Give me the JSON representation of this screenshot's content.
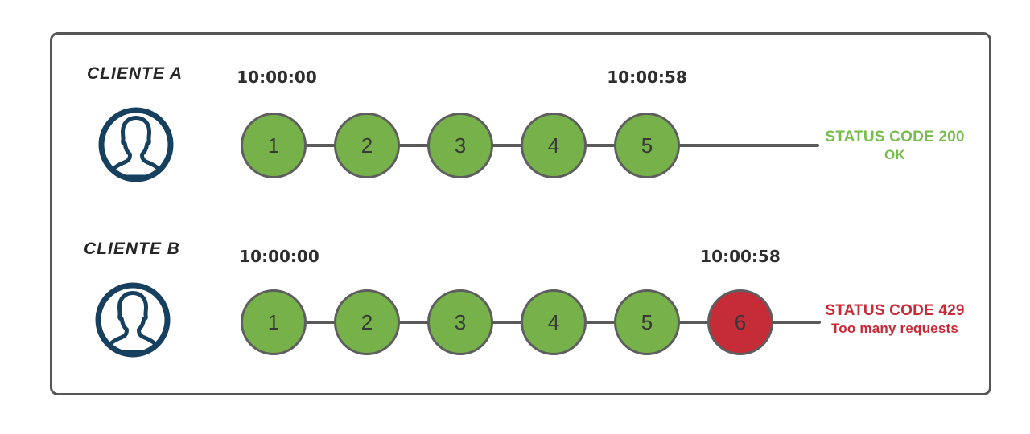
{
  "diagram": {
    "title_semantic": "rate-limit-comparison-diagram",
    "rows": [
      {
        "client_label": "CLIENTE A",
        "icon": "person-circle-icon",
        "start_time": "10:00:00",
        "end_time": "10:00:58",
        "requests": [
          {
            "label": "1",
            "status": "ok"
          },
          {
            "label": "2",
            "status": "ok"
          },
          {
            "label": "3",
            "status": "ok"
          },
          {
            "label": "4",
            "status": "ok"
          },
          {
            "label": "5",
            "status": "ok"
          }
        ],
        "status_code_line": "STATUS CODE 200",
        "status_message": "OK",
        "status_color": "#78bd4b"
      },
      {
        "client_label": "CLIENTE B",
        "icon": "person-circle-icon",
        "start_time": "10:00:00",
        "end_time": "10:00:58",
        "requests": [
          {
            "label": "1",
            "status": "ok"
          },
          {
            "label": "2",
            "status": "ok"
          },
          {
            "label": "3",
            "status": "ok"
          },
          {
            "label": "4",
            "status": "ok"
          },
          {
            "label": "5",
            "status": "ok"
          },
          {
            "label": "6",
            "status": "blocked"
          }
        ],
        "status_code_line": "STATUS CODE 429",
        "status_message": "Too many requests",
        "status_color": "#ca2936"
      }
    ],
    "colors": {
      "request_ok_fill": "#76b14a",
      "request_blocked_fill": "#c62b38",
      "circle_border": "#5e5e5e",
      "timeline_line": "#5a5a5a",
      "box_border": "#575757",
      "person_icon": "#16405e",
      "timestamp_text": "#2e2e2e",
      "client_label_text": "#262626"
    }
  }
}
